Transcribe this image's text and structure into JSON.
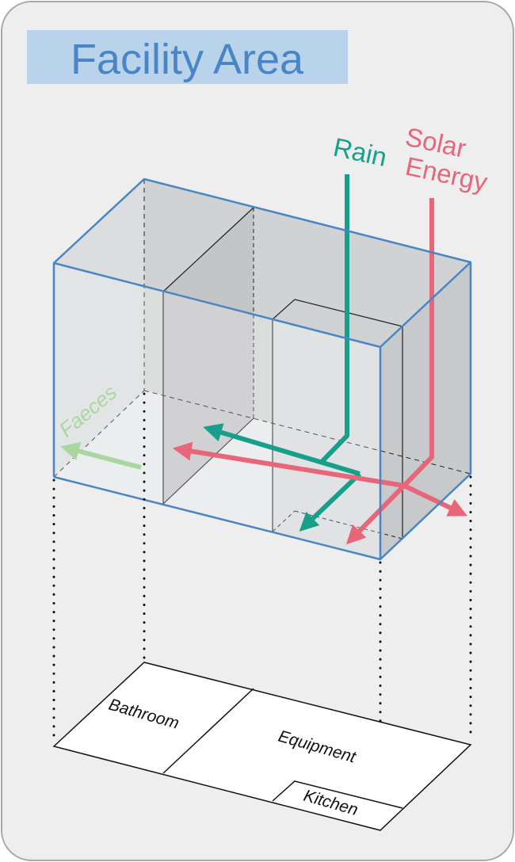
{
  "title": "Facility Area",
  "flows": {
    "rain": "Rain",
    "solar_line1": "Solar",
    "solar_line2": "Energy",
    "faeces": "Faeces"
  },
  "rooms": {
    "bathroom": "Bathroom",
    "equipment": "Equipment",
    "kitchen": "Kitchen"
  },
  "colors": {
    "panel_fill": "#eeeeee",
    "panel_border": "#a8a8a8",
    "title_band": "#b9d3ea",
    "title_text": "#4a86c6",
    "box_edge": "#4a86c6",
    "rain": "#16a08c",
    "solar": "#e8667a",
    "faeces": "#a8d8a0"
  }
}
